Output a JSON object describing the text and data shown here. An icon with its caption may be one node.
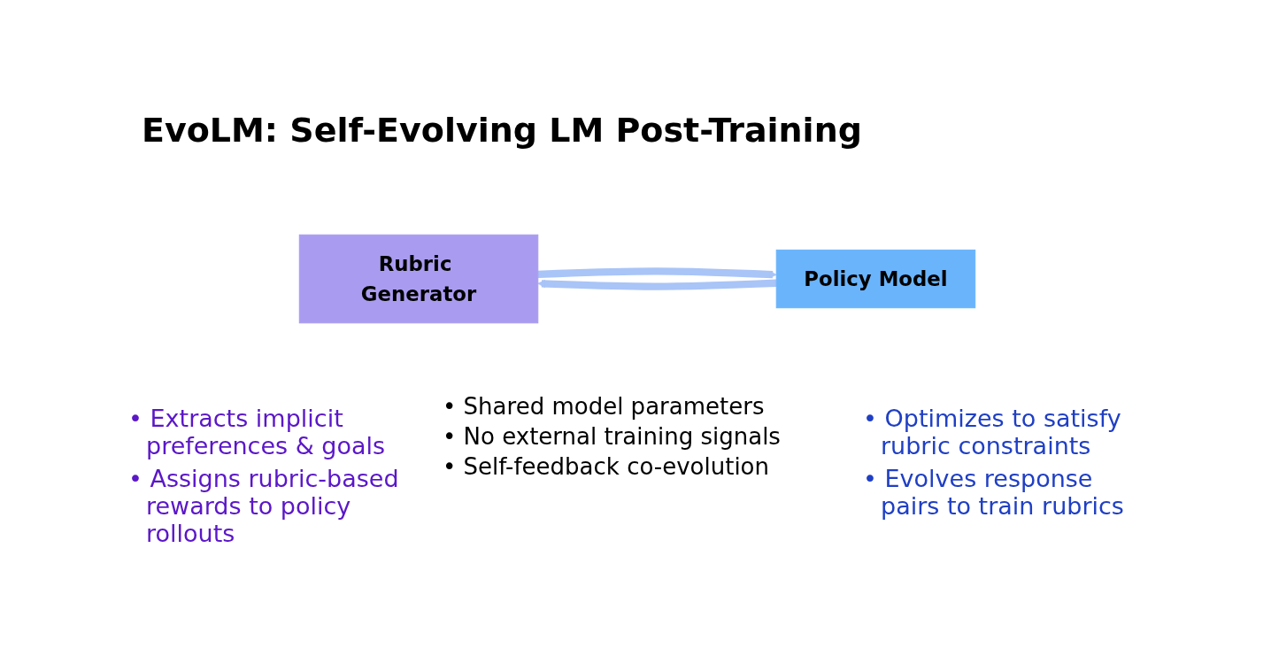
{
  "diagram": {
    "title": "EvoLM: Self-Evolving LM Post-Training",
    "nodes": [
      {
        "text": [
          "Rubric Generator"
        ],
        "beside": [
          "• Extracts implicit preferences & goals",
          "• Assigns rubric-based rewards to policy rollouts"
        ]
      },
      {
        "text": [
          "Policy Model"
        ],
        "beside": [
          "• Optimizes to satisfy rubric constraints",
          "• Evolves response pairs to train rubrics"
        ]
      }
    ],
    "edges": [
      {
        "from": 0,
        "to": 1,
        "arrow": "to"
      },
      {
        "from": 1,
        "to": 0,
        "arrow": "to"
      }
    ],
    "labels": [
      "• Shared model parameters",
      "• No external training signals",
      "• Self-feedback co-evolution"
    ]
  }
}
